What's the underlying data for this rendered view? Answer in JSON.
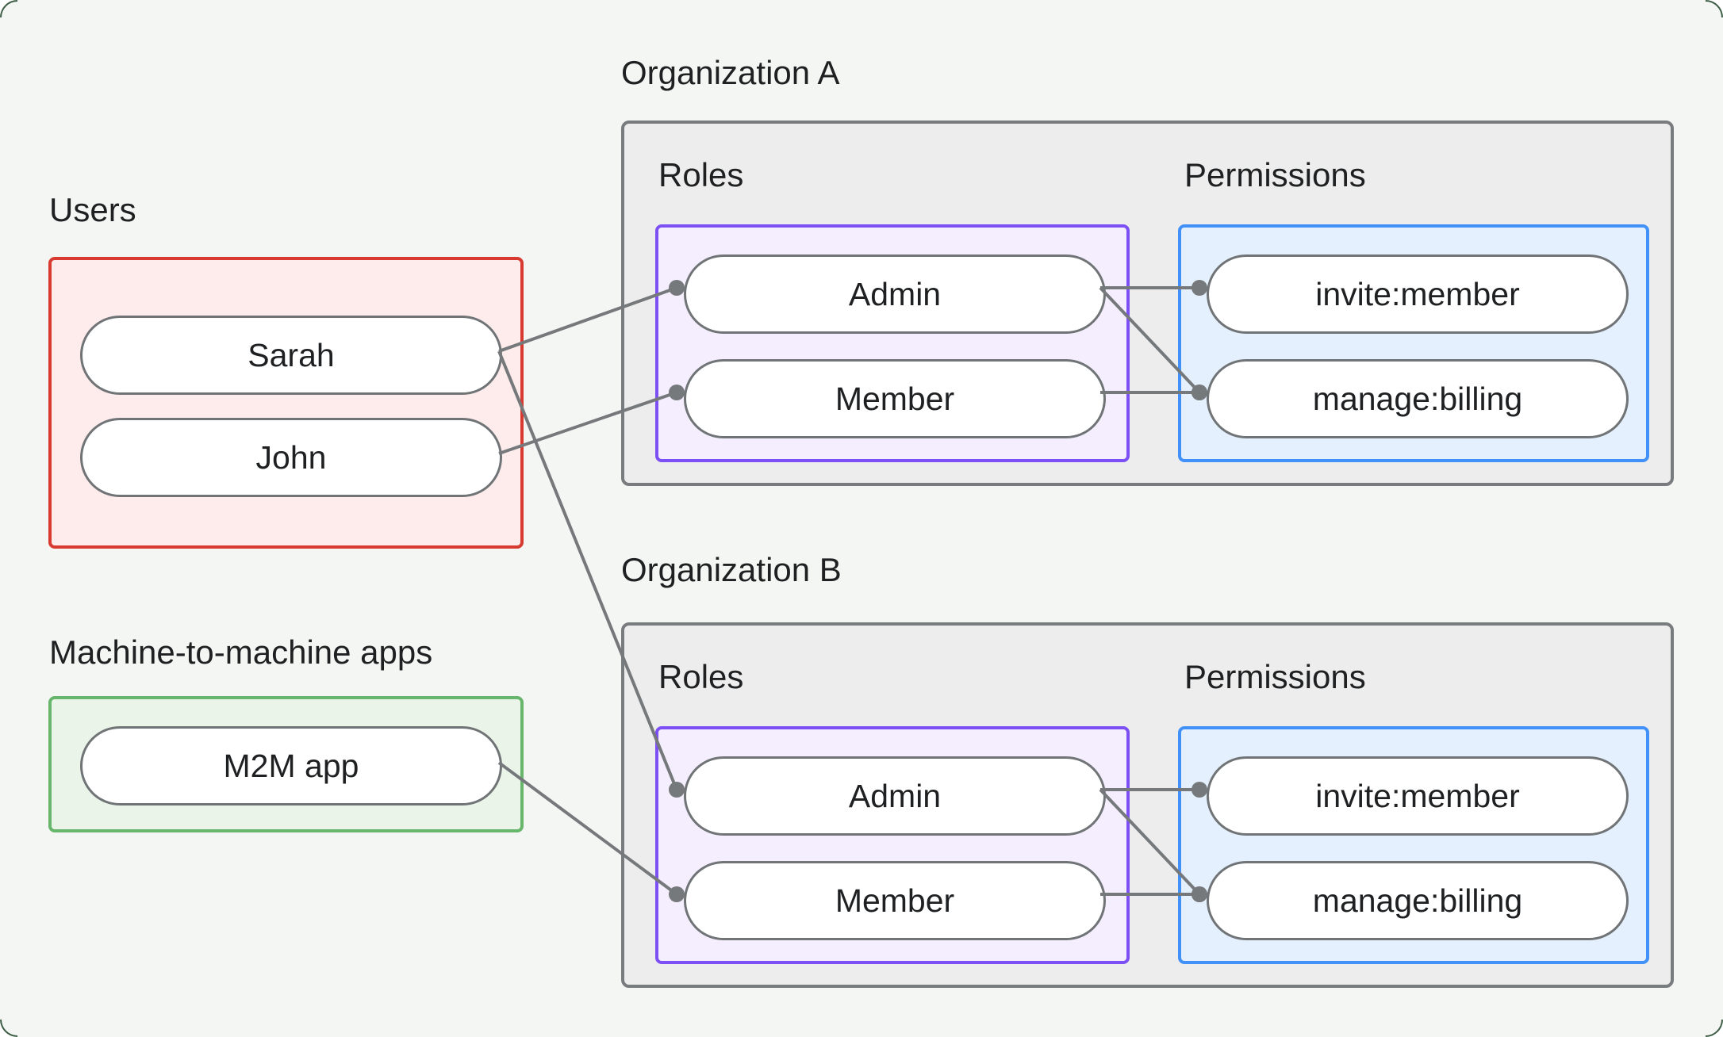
{
  "colors": {
    "canvas_bg": "#f3f6f3",
    "corner_border": "#3d5c44",
    "text": "#1e2022",
    "line": "#76797b",
    "pill_fill": "#ffffff",
    "pill_border": "#707476",
    "org_fill": "#ededed",
    "org_border": "#797c7e",
    "users_fill": "#fdeceb",
    "users_border": "#d93a30",
    "m2m_fill": "#eaf4e9",
    "m2m_border": "#68b66c",
    "roles_fill": "#f4eefe",
    "roles_border": "#7c50f4",
    "permissions_fill": "#e4f0fd",
    "permissions_border": "#4291f9"
  },
  "groups": {
    "users": {
      "label": "Users",
      "nodes": [
        {
          "id": "sarah",
          "label": "Sarah"
        },
        {
          "id": "john",
          "label": "John"
        }
      ]
    },
    "m2m": {
      "label": "Machine-to-machine apps",
      "nodes": [
        {
          "id": "m2m",
          "label": "M2M app"
        }
      ]
    },
    "org_a": {
      "label": "Organization A",
      "roles_label": "Roles",
      "permissions_label": "Permissions",
      "roles": [
        {
          "id": "a-admin",
          "label": "Admin"
        },
        {
          "id": "a-member",
          "label": "Member"
        }
      ],
      "permissions": [
        {
          "id": "a-invite",
          "label": "invite:member"
        },
        {
          "id": "a-manage",
          "label": "manage:billing"
        }
      ]
    },
    "org_b": {
      "label": "Organization B",
      "roles_label": "Roles",
      "permissions_label": "Permissions",
      "roles": [
        {
          "id": "b-admin",
          "label": "Admin"
        },
        {
          "id": "b-member",
          "label": "Member"
        }
      ],
      "permissions": [
        {
          "id": "b-invite",
          "label": "invite:member"
        },
        {
          "id": "b-manage",
          "label": "manage:billing"
        }
      ]
    }
  },
  "edges": [
    {
      "from": "sarah",
      "to": "a-admin"
    },
    {
      "from": "john",
      "to": "a-member"
    },
    {
      "from": "sarah",
      "to": "b-admin"
    },
    {
      "from": "m2m",
      "to": "b-member"
    },
    {
      "from": "a-admin",
      "to": "a-invite"
    },
    {
      "from": "a-admin",
      "to": "a-manage"
    },
    {
      "from": "a-member",
      "to": "a-manage"
    },
    {
      "from": "b-admin",
      "to": "b-invite"
    },
    {
      "from": "b-admin",
      "to": "b-manage"
    },
    {
      "from": "b-member",
      "to": "b-manage"
    }
  ]
}
